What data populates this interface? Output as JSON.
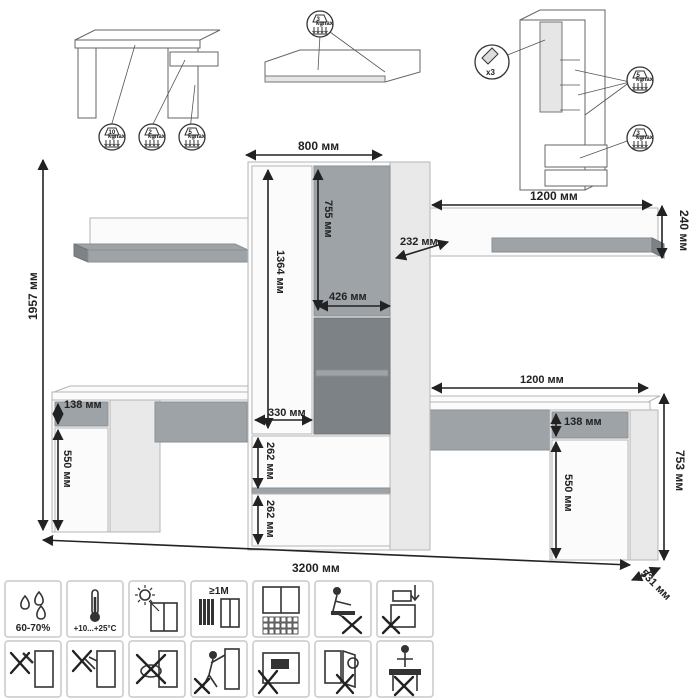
{
  "dimensions": {
    "overall_height": "1957 мм",
    "overall_width": "3200 мм",
    "depth": "531 мм",
    "desk_height": "753 мм",
    "wardrobe_width": "800 мм",
    "shelf_width_top": "1200 мм",
    "shelf_height": "240 мм",
    "shelf_depth": "232 мм",
    "desk_width_right": "1200 мм",
    "upper_door_height": "1364 мм",
    "glass_door_height": "755 мм",
    "glass_door_width": "426 мм",
    "open_section_width": "330 мм",
    "drawer_height_1": "262 мм",
    "drawer_height_2": "262 мм",
    "desk_drawer_left": "138 мм",
    "desk_drawer_right": "138 мм",
    "desk_door_left": "550 мм",
    "desk_door_right": "550 мм"
  },
  "load_badges": {
    "desk_top": "10",
    "desk_drawer": "2",
    "desk_shelf": "5",
    "wall_shelf": "3",
    "wardrobe_shelf": "5",
    "wardrobe_drawer": "3",
    "unit": "kg",
    "label": "max",
    "hinge_count": "x3"
  },
  "care_icons": [
    {
      "name": "humidity",
      "text": "60-70%"
    },
    {
      "name": "temperature",
      "text": "+10...+25°C"
    },
    {
      "name": "no-sunlight",
      "text": ""
    },
    {
      "name": "heater-distance",
      "text": "≥1M"
    },
    {
      "name": "no-moisture-wall",
      "text": ""
    },
    {
      "name": "no-climbing",
      "text": ""
    },
    {
      "name": "no-overload",
      "text": ""
    },
    {
      "name": "no-sharp-tools",
      "text": ""
    },
    {
      "name": "no-spray",
      "text": ""
    },
    {
      "name": "no-abrasive",
      "text": ""
    },
    {
      "name": "no-hanging",
      "text": ""
    },
    {
      "name": "no-heavy-objects",
      "text": ""
    },
    {
      "name": "no-door-force",
      "text": ""
    },
    {
      "name": "no-lean",
      "text": ""
    }
  ]
}
